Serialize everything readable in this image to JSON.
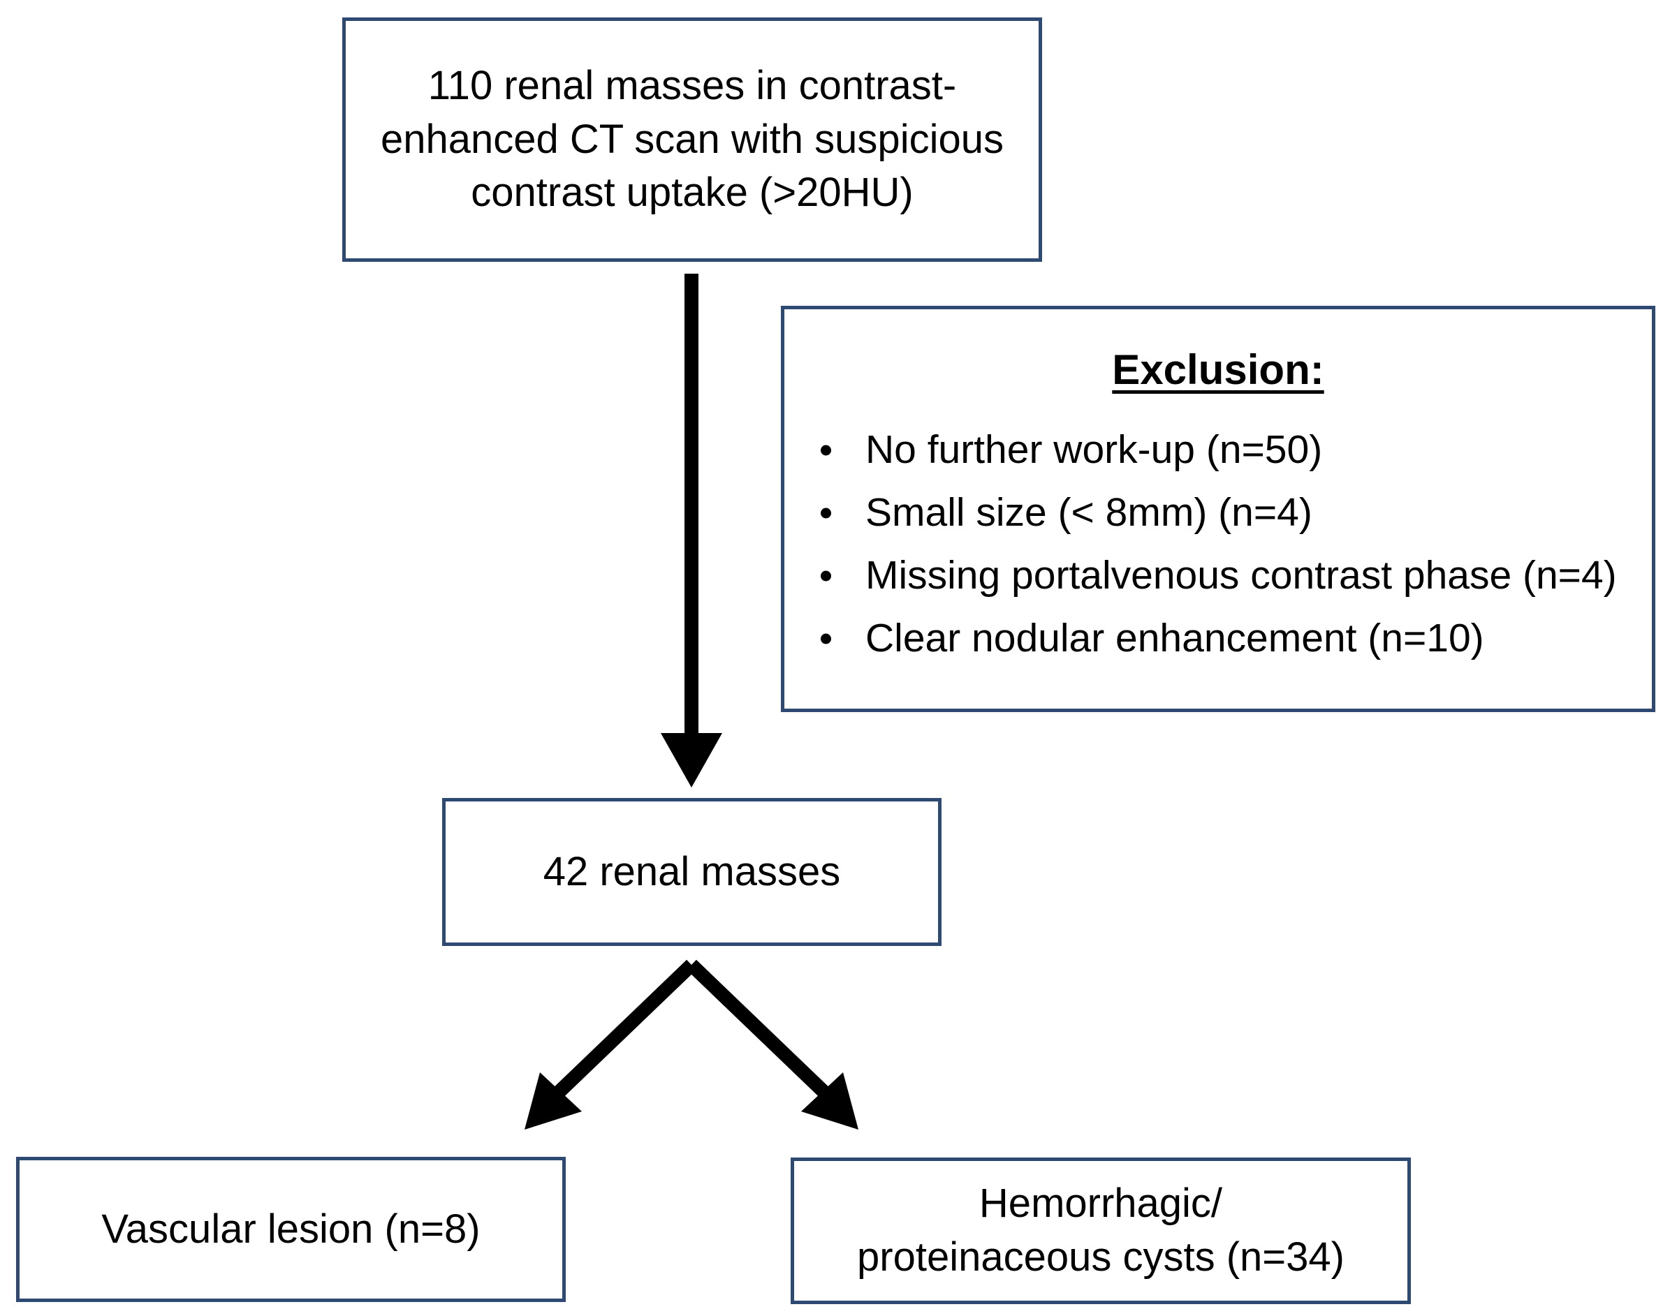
{
  "diagram": {
    "type": "flowchart",
    "title": "Renal mass study selection flowchart",
    "colors": {
      "box_border": "#2e4a73",
      "box_fill": "#ffffff",
      "arrow": "#000000",
      "text": "#000000"
    },
    "nodes": {
      "initial": {
        "id": "initial",
        "text": "110 renal masses in contrast-\nenhanced CT scan with suspicious\ncontrast uptake (>20HU)",
        "count": 110
      },
      "exclusion": {
        "id": "exclusion",
        "title": "Exclusion:",
        "items": [
          {
            "label": "No further work-up (n=50)",
            "n": 50
          },
          {
            "label": "Small size (< 8mm) (n=4)",
            "n": 4
          },
          {
            "label": "Missing portalvenous contrast phase (n=4)",
            "n": 4
          },
          {
            "label": "Clear nodular enhancement (n=10)",
            "n": 10
          }
        ]
      },
      "included": {
        "id": "included",
        "text": "42 renal masses",
        "count": 42
      },
      "vascular": {
        "id": "vascular",
        "text": "Vascular lesion (n=8)",
        "count": 8
      },
      "cysts": {
        "id": "cysts",
        "text": "Hemorrhagic/\nproteinaceous cysts (n=34)",
        "count": 34
      }
    },
    "edges": [
      {
        "from": "initial",
        "to": "included",
        "style": "straight-down-arrow"
      },
      {
        "from": "included",
        "to": "vascular",
        "style": "diagonal-down-left-arrow"
      },
      {
        "from": "included",
        "to": "cysts",
        "style": "diagonal-down-right-arrow"
      }
    ]
  }
}
